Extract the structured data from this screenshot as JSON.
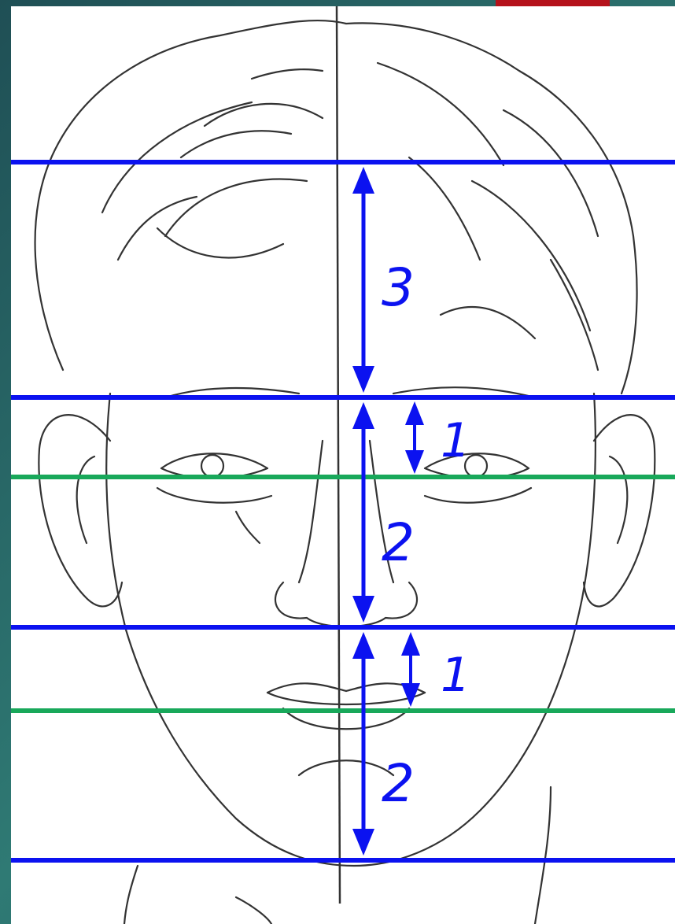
{
  "colors": {
    "background": "#2c6a6a",
    "accent_tab": "#b5121b",
    "sheet": "#ffffff",
    "sketch": "#333333",
    "major_guides": "#0b12f0",
    "minor_guides": "#18a85a"
  },
  "proportions": {
    "forehead": "3",
    "brow_to_eyes": "1",
    "eyes_to_nose": "2",
    "nose_to_mouth": "1",
    "mouth_to_chin": "2"
  }
}
